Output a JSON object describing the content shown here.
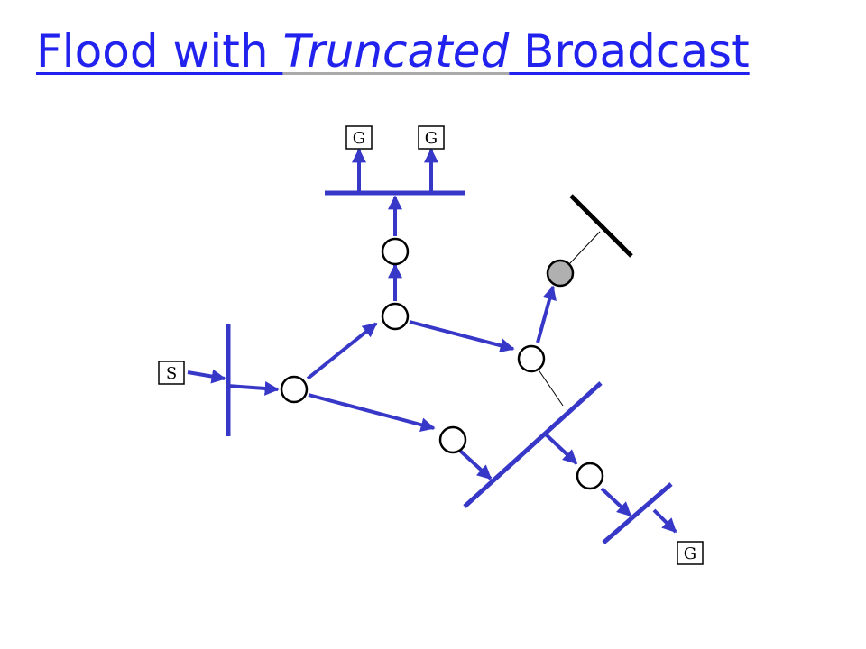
{
  "title": {
    "part1": "Flood with ",
    "part2": "Truncated",
    "part3": " Broadcast"
  },
  "colors": {
    "title": "#2222ee",
    "title_underline_gap": "#aaaaaa",
    "edge": "#3838c8",
    "router_fill": "#ffffff",
    "router_active_fill": "#b0b0b0",
    "thin_link": "#000000"
  },
  "labels": {
    "group_member": "G",
    "source": "S"
  }
}
